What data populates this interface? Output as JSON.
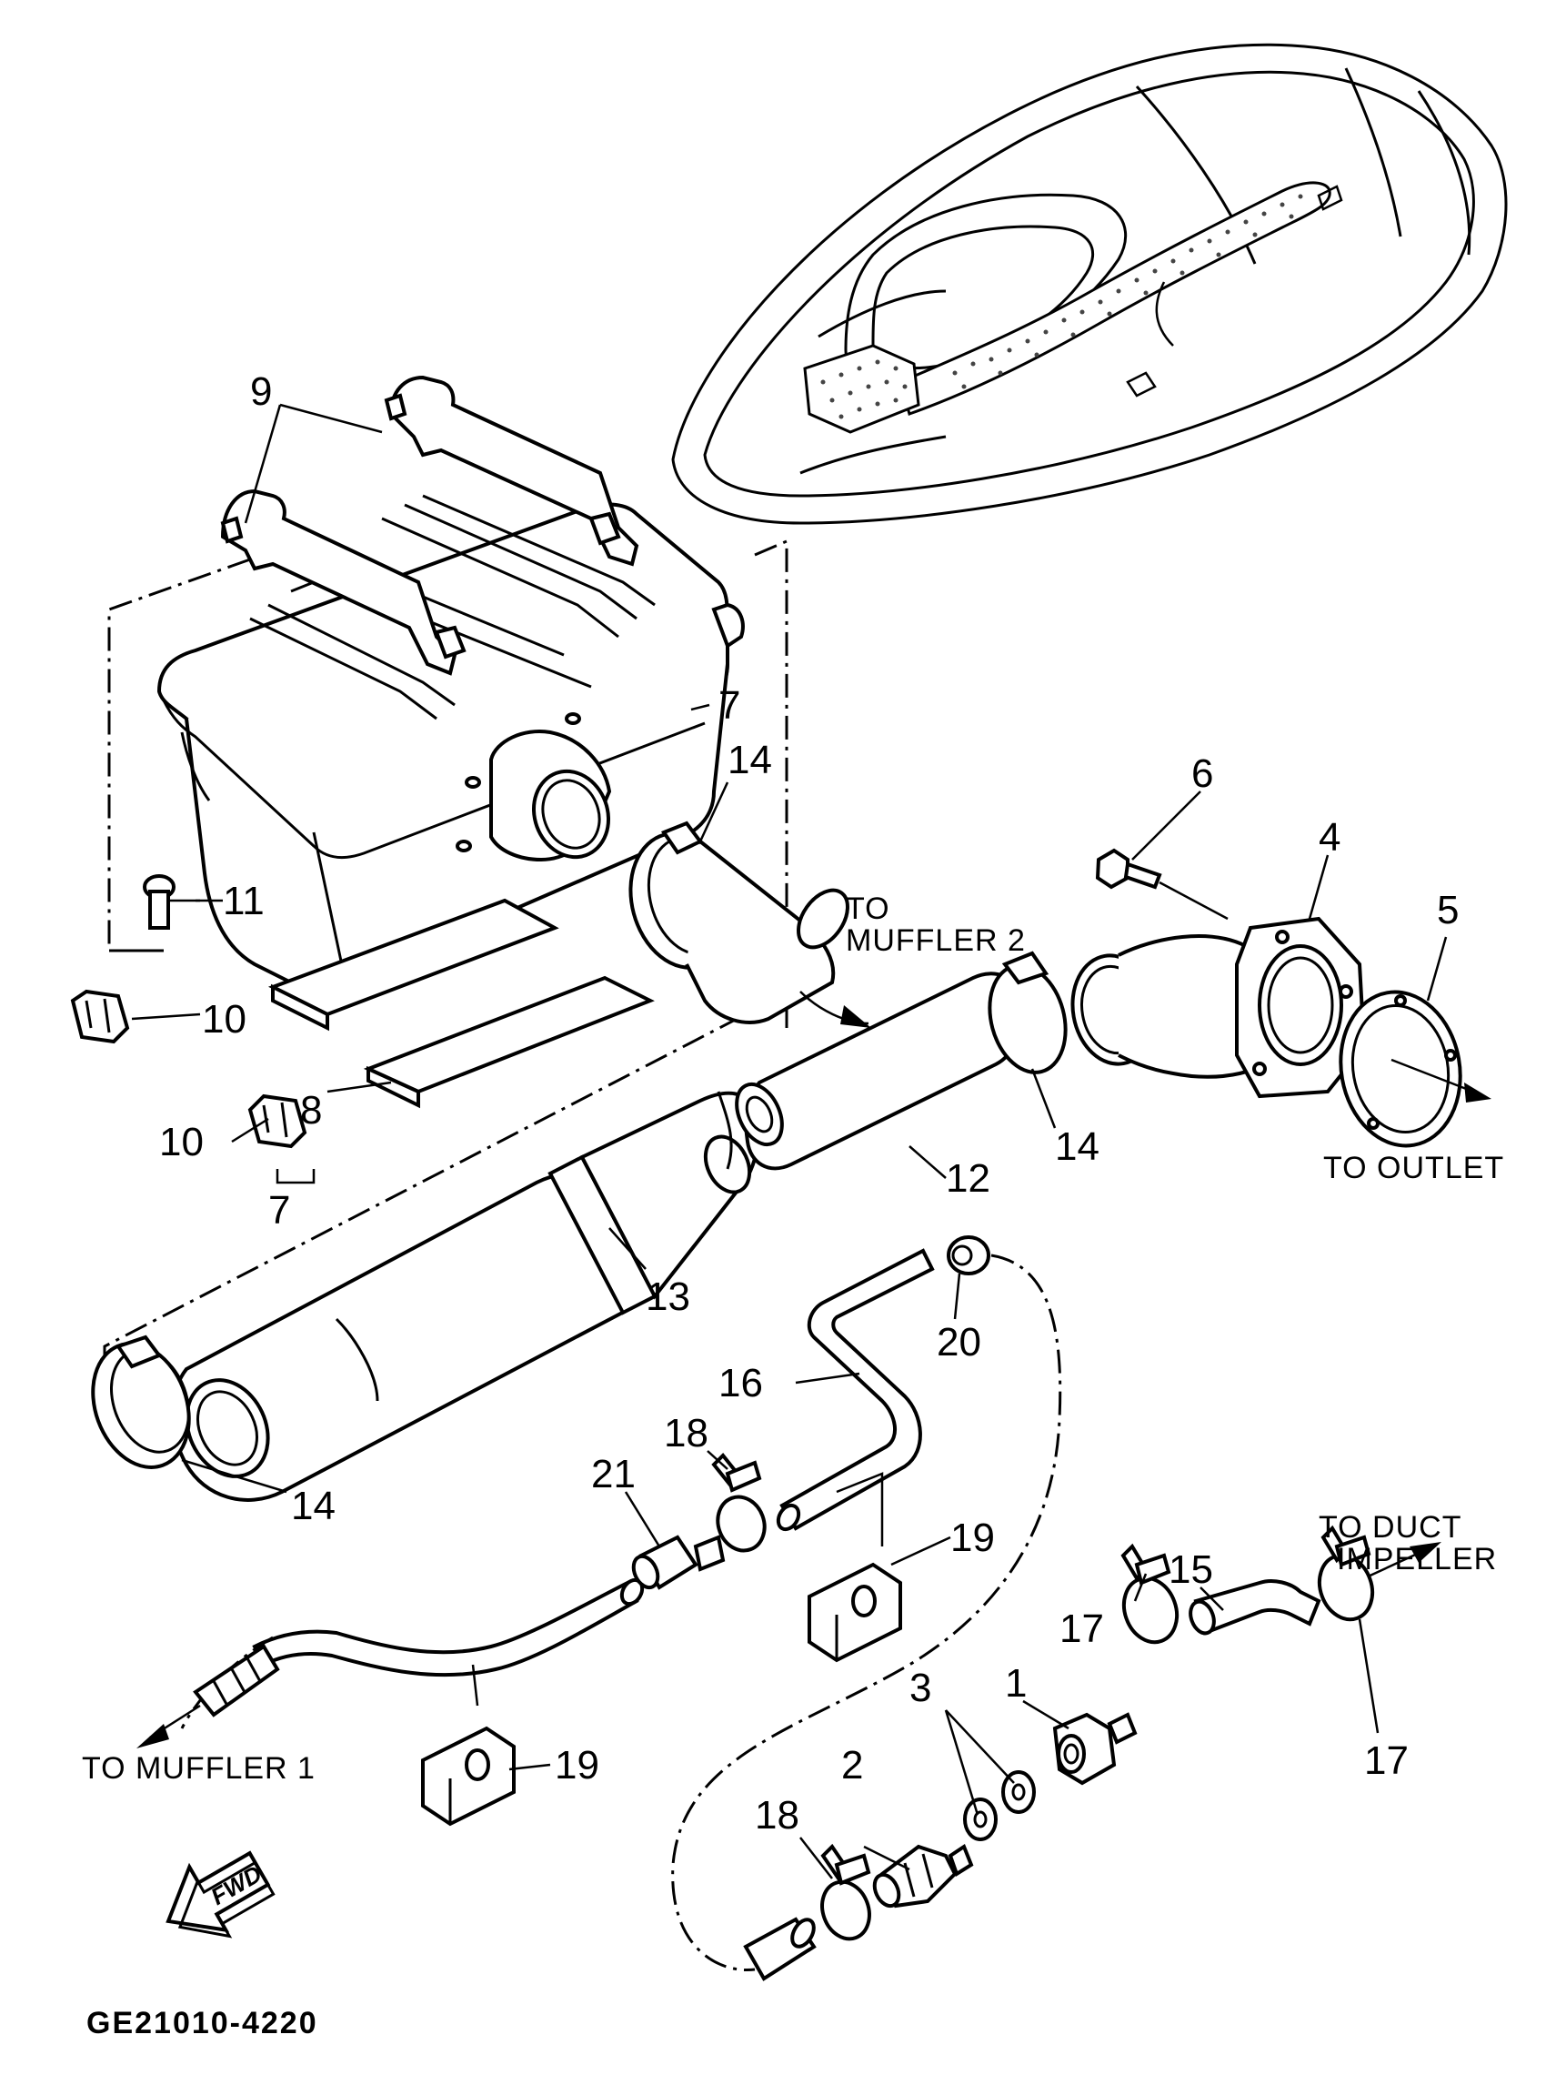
{
  "callouts": {
    "c1": "1",
    "c2": "2",
    "c3": "3",
    "c4": "4",
    "c5": "5",
    "c6": "6",
    "c7a": "7",
    "c7b": "7",
    "c8": "8",
    "c9": "9",
    "c10a": "10",
    "c10b": "10",
    "c11": "11",
    "c12": "12",
    "c13": "13",
    "c14a": "14",
    "c14b": "14",
    "c14c": "14",
    "c15": "15",
    "c16": "16",
    "c17a": "17",
    "c17b": "17",
    "c18a": "18",
    "c18b": "18",
    "c19a": "19",
    "c19b": "19",
    "c20": "20",
    "c21": "21"
  },
  "directions": {
    "muffler2_line1": "TO",
    "muffler2_line2": "MUFFLER 2",
    "outlet": "TO OUTLET",
    "duct_line1": "TO DUCT",
    "duct_line2": "IMPELLER",
    "muffler1": "TO MUFFLER 1"
  },
  "badge": {
    "fwd": "FWD"
  },
  "footer": {
    "code": "GE21010-4220"
  },
  "icons": [
    "fwd-arrow-icon",
    "direction-arrow-icon"
  ]
}
